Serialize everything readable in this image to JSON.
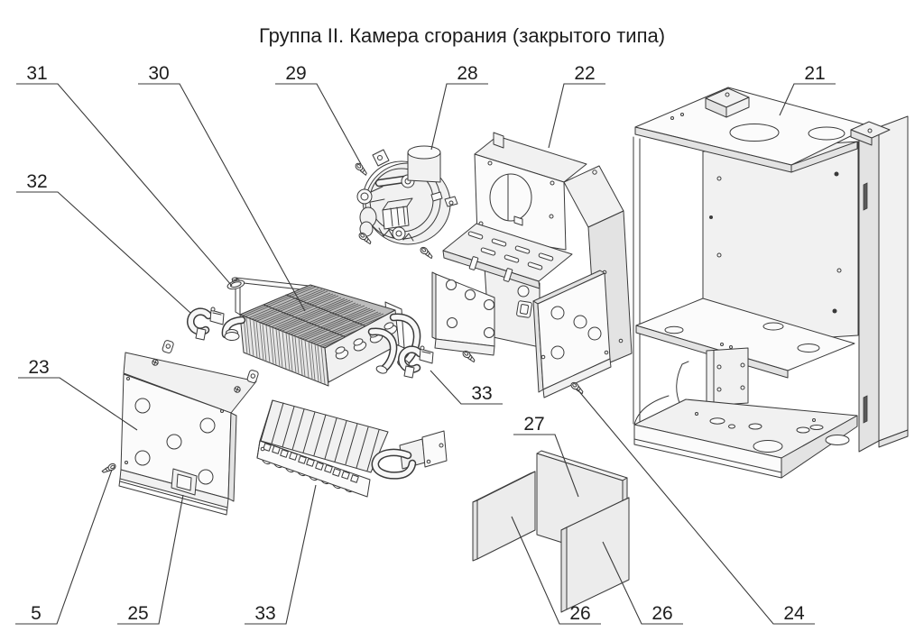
{
  "title": "Группа II. Камера сгорания (закрытого типа)",
  "colors": {
    "ink": "#3a3a3a",
    "paper": "#ffffff",
    "face_light": "#f1f1f1",
    "face_mid": "#e3e3e3",
    "face_dark": "#d6d6d6",
    "fin_top": "#bdbdbd",
    "fin_line": "#707070",
    "insulation": "#ececec"
  },
  "callouts": [
    {
      "label": "31"
    },
    {
      "label": "30"
    },
    {
      "label": "29"
    },
    {
      "label": "28"
    },
    {
      "label": "22"
    },
    {
      "label": "21"
    },
    {
      "label": "32"
    },
    {
      "label": "23"
    },
    {
      "label": "5"
    },
    {
      "label": "25"
    },
    {
      "label": "33"
    },
    {
      "label": "33"
    },
    {
      "label": "27"
    },
    {
      "label": "26"
    },
    {
      "label": "26"
    },
    {
      "label": "24"
    }
  ]
}
